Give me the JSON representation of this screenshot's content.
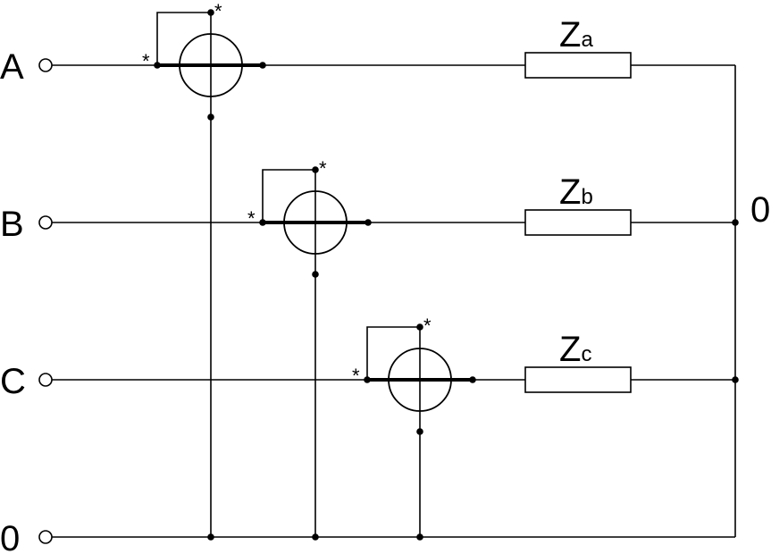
{
  "terminals": {
    "a": "A",
    "b": "B",
    "c": "C",
    "neutral": "0"
  },
  "neutral_point": "0",
  "loads": [
    {
      "main": "Z",
      "sub": "a"
    },
    {
      "main": "Z",
      "sub": "b"
    },
    {
      "main": "Z",
      "sub": "c"
    }
  ],
  "polarity_mark": "*"
}
